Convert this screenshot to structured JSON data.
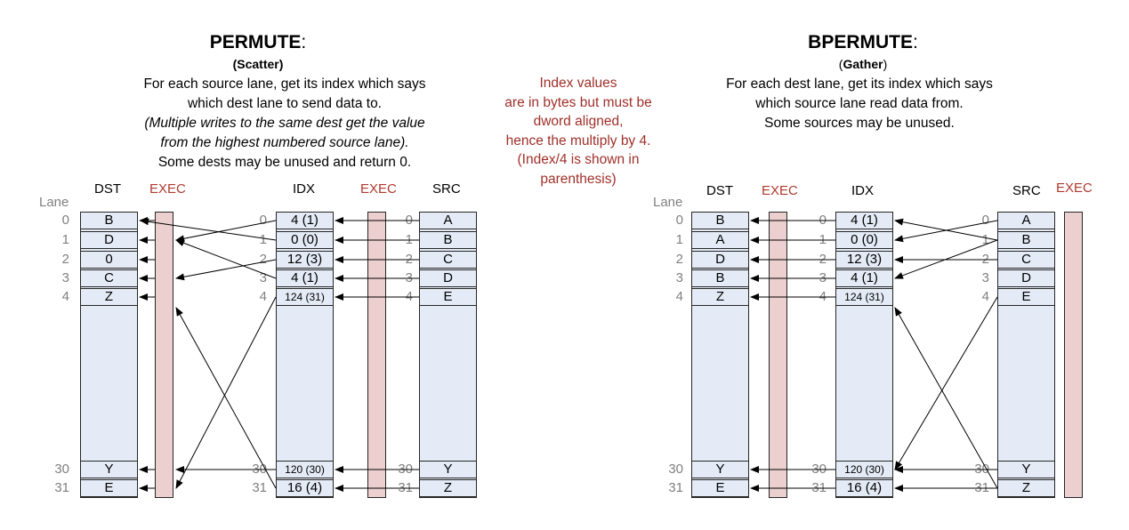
{
  "permute": {
    "title": "PERMUTE",
    "title_colon": ":",
    "subtitle": "(Scatter)",
    "desc": [
      "For each source lane, get its index which says",
      "which dest lane to send data to.",
      "(Multiple writes to the same dest get the value",
      "from the highest numbered source lane).",
      "Some dests may be unused and return 0."
    ],
    "headers": {
      "lane": "Lane",
      "dst": "DST",
      "exec1": "EXEC",
      "idx": "IDX",
      "exec2": "EXEC",
      "src": "SRC"
    },
    "lanes_left": [
      "0",
      "1",
      "2",
      "3",
      "4",
      "30",
      "31"
    ],
    "lanes_mid": [
      "0",
      "1",
      "2",
      "3",
      "4",
      "30",
      "31"
    ],
    "lanes_right": [
      "0",
      "1",
      "2",
      "3",
      "4",
      "30",
      "31"
    ],
    "dst": [
      "B",
      "D",
      "0",
      "C",
      "Z",
      "Y",
      "E"
    ],
    "idx": [
      "4 (1)",
      "0 (0)",
      "12 (3)",
      "4 (1)",
      "124 (31)",
      "120 (30)",
      "16 (4)"
    ],
    "src": [
      "A",
      "B",
      "C",
      "D",
      "E",
      "Y",
      "Z"
    ]
  },
  "note": {
    "lines": [
      "Index values",
      "are in bytes but must be",
      "dword aligned,",
      "hence the multiply by 4.",
      "(Index/4 is shown in",
      "parenthesis)"
    ],
    "color": "#a0302a"
  },
  "bpermute": {
    "title": "BPERMUTE",
    "title_colon": ":",
    "subtitle_open": "(",
    "subtitle_word": "Gather",
    "subtitle_close": ")",
    "desc": [
      "For each dest lane, get its index which says",
      "which source lane read data from.",
      "Some sources may be unused."
    ],
    "headers": {
      "lane": "Lane",
      "dst": "DST",
      "exec1": "EXEC",
      "idx": "IDX",
      "src": "SRC",
      "exec2": "EXEC"
    },
    "lanes_left": [
      "0",
      "1",
      "2",
      "3",
      "4",
      "30",
      "31"
    ],
    "lanes_mid": [
      "0",
      "1",
      "2",
      "3",
      "4",
      "30",
      "31"
    ],
    "lanes_right": [
      "0",
      "1",
      "2",
      "3",
      "4",
      "30",
      "31"
    ],
    "dst": [
      "B",
      "A",
      "D",
      "B",
      "Z",
      "Y",
      "E"
    ],
    "idx": [
      "4 (1)",
      "0 (0)",
      "12 (3)",
      "4 (1)",
      "124 (31)",
      "120 (30)",
      "16 (4)"
    ],
    "src": [
      "A",
      "B",
      "C",
      "D",
      "E",
      "Y",
      "Z"
    ]
  },
  "colors": {
    "column_fill": "#e4ebf6",
    "exec_fill": "#ecd0cf",
    "exec_label": "#b03a2e",
    "lane_label": "#808080"
  }
}
